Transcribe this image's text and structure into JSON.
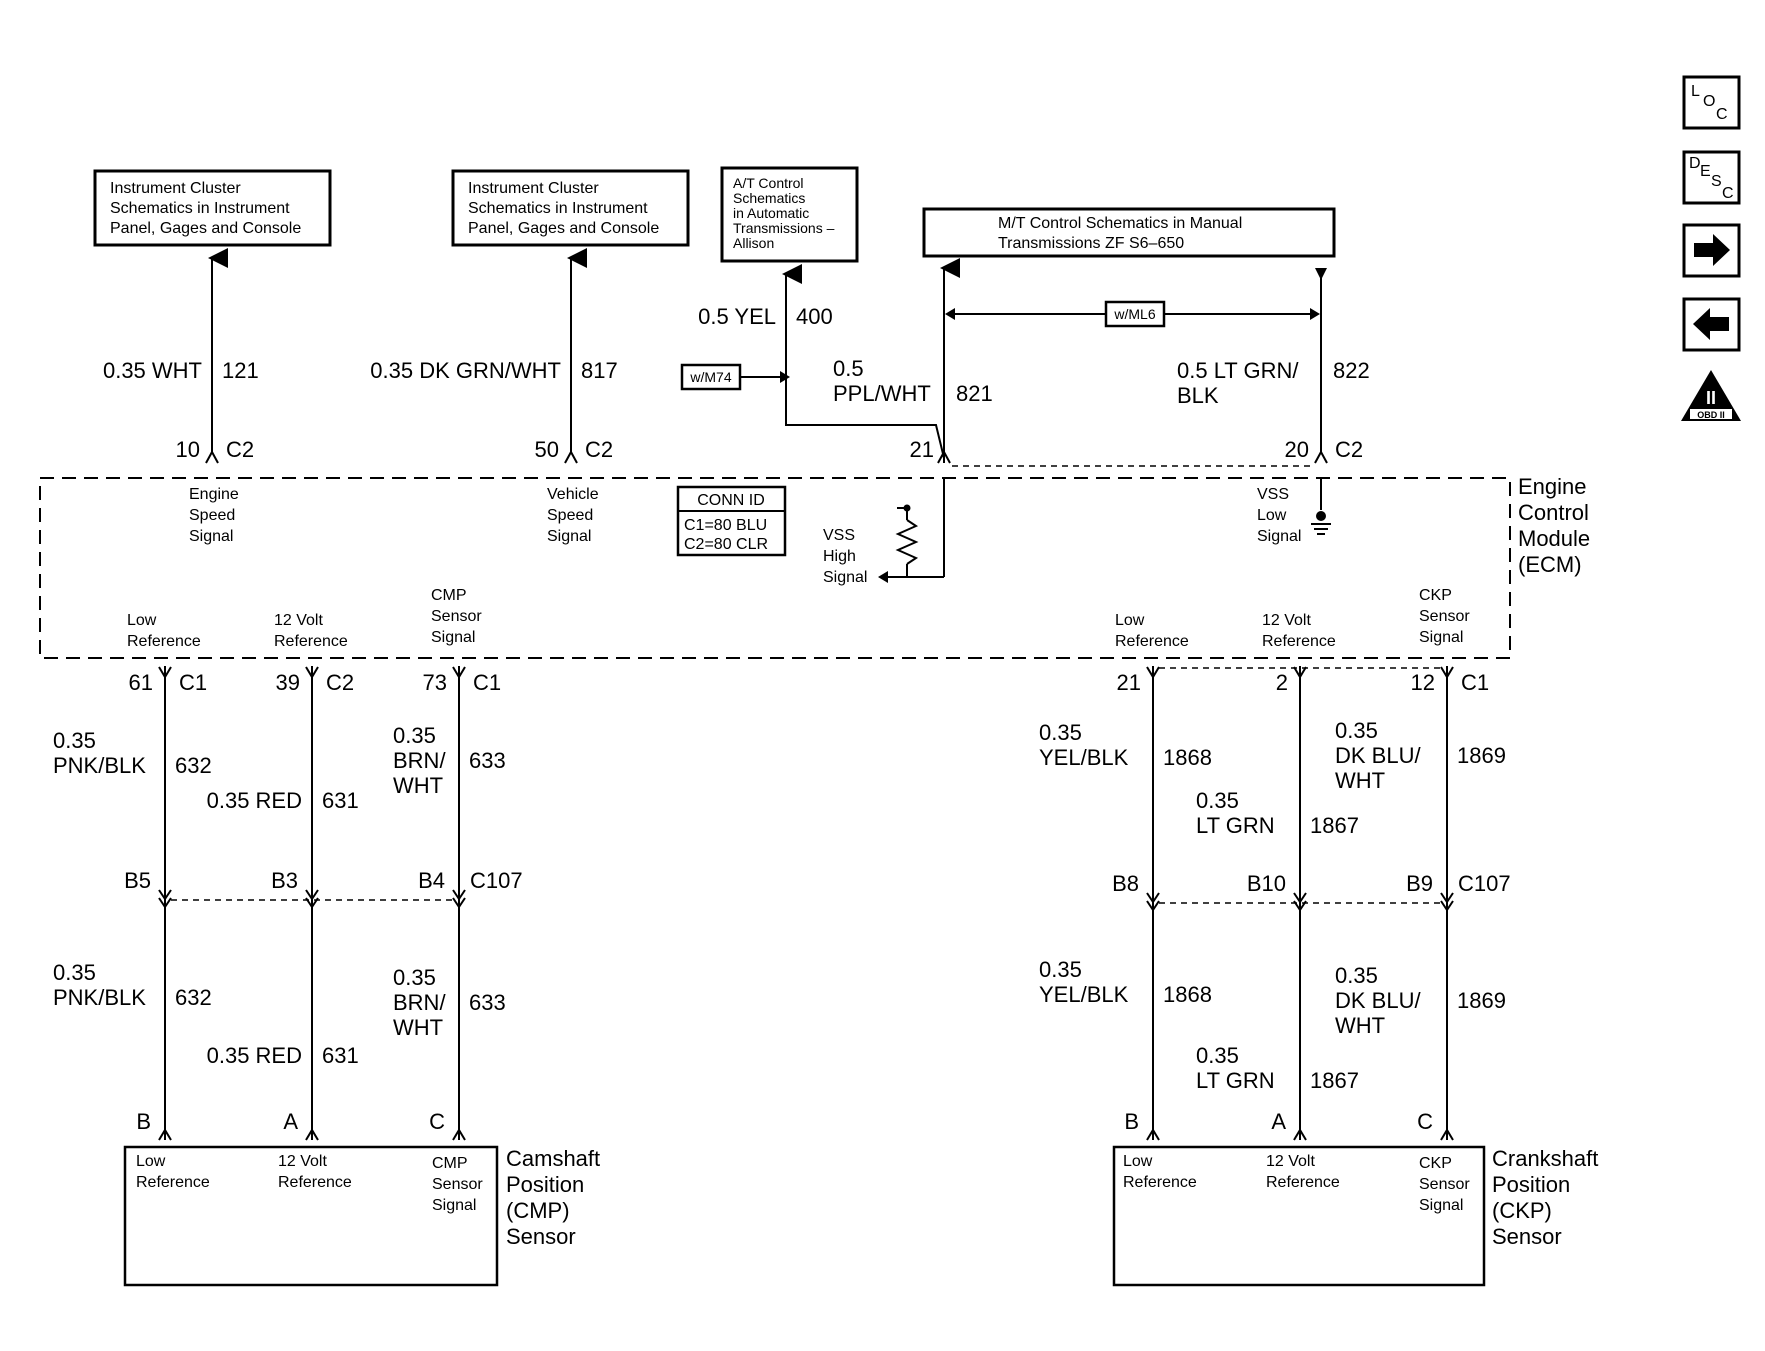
{
  "refs": {
    "ic_left": [
      "Instrument Cluster",
      "Schematics in Instrument",
      "Panel, Gages and Console"
    ],
    "ic_mid": [
      "Instrument Cluster",
      "Schematics in Instrument",
      "Panel, Gages and Console"
    ],
    "at": [
      "A/T Control",
      "Schematics",
      "in Automatic",
      "Transmissions –",
      "Allison"
    ],
    "mt": [
      "M/T Control Schematics in Manual",
      "Transmissions ZF S6–650"
    ]
  },
  "options": {
    "m74": "w/M74",
    "ml6": "w/ML6"
  },
  "wires_top": {
    "w121": {
      "color": "0.35 WHT",
      "circuit": "121",
      "pin": "10",
      "conn": "C2"
    },
    "w817": {
      "color": "0.35 DK GRN/WHT",
      "circuit": "817",
      "pin": "50",
      "conn": "C2"
    },
    "w400": {
      "color": "0.5 YEL",
      "circuit": "400"
    },
    "w821": {
      "color1": "0.5",
      "color2": "PPL/WHT",
      "circuit": "821",
      "pin": "21"
    },
    "w822": {
      "color1": "0.5 LT GRN/",
      "color2": "BLK",
      "circuit": "822",
      "pin": "20",
      "conn": "C2"
    }
  },
  "ecm": {
    "name": [
      "Engine",
      "Control",
      "Module",
      "(ECM)"
    ],
    "conn_id": {
      "title": "CONN ID",
      "c1": "C1=80 BLU",
      "c2": "C2=80 CLR"
    },
    "engine_speed": [
      "Engine",
      "Speed",
      "Signal"
    ],
    "vehicle_speed": [
      "Vehicle",
      "Speed",
      "Signal"
    ],
    "vss_high": [
      "VSS",
      "High",
      "Signal"
    ],
    "vss_low": [
      "VSS",
      "Low",
      "Signal"
    ],
    "low_ref": [
      "Low",
      "Reference"
    ],
    "v12_ref": [
      "12 Volt",
      "Reference"
    ],
    "cmp_sig": [
      "CMP",
      "Sensor",
      "Signal"
    ],
    "ckp_sig": [
      "CKP",
      "Sensor",
      "Signal"
    ]
  },
  "cmp_circuits": {
    "w632": {
      "pin": "61",
      "conn": "C1",
      "c1": "0.35",
      "c2": "PNK/BLK",
      "circuit": "632",
      "inline": "B5",
      "term": "B"
    },
    "w631": {
      "pin": "39",
      "conn": "C2",
      "color": "0.35 RED",
      "circuit": "631",
      "inline": "B3",
      "term": "A"
    },
    "w633": {
      "pin": "73",
      "conn": "C1",
      "c1": "0.35",
      "c2": "BRN/",
      "c3": "WHT",
      "circuit": "633",
      "inline": "B4",
      "term": "C"
    },
    "inline_conn": "C107"
  },
  "ckp_circuits": {
    "w1868": {
      "pin": "21",
      "c1": "0.35",
      "c2": "YEL/BLK",
      "circuit": "1868",
      "inline": "B8",
      "term": "B"
    },
    "w1867": {
      "pin": "2",
      "c1": "0.35",
      "c2": "LT GRN",
      "circuit": "1867",
      "inline": "B10",
      "term": "A"
    },
    "w1869": {
      "pin": "12",
      "conn": "C1",
      "c1": "0.35",
      "c2": "DK BLU/",
      "c3": "WHT",
      "circuit": "1869",
      "inline": "B9",
      "term": "C"
    },
    "inline_conn": "C107"
  },
  "cmp_sensor": {
    "name": [
      "Camshaft",
      "Position",
      "(CMP)",
      "Sensor"
    ],
    "low_ref": [
      "Low",
      "Reference"
    ],
    "v12_ref": [
      "12 Volt",
      "Reference"
    ],
    "sig": [
      "CMP",
      "Sensor",
      "Signal"
    ]
  },
  "ckp_sensor": {
    "name": [
      "Crankshaft",
      "Position",
      "(CKP)",
      "Sensor"
    ],
    "low_ref": [
      "Low",
      "Reference"
    ],
    "v12_ref": [
      "12 Volt",
      "Reference"
    ],
    "sig": [
      "CKP",
      "Sensor",
      "Signal"
    ]
  },
  "nav": {
    "loc": [
      "L",
      "O",
      "C"
    ],
    "desc": [
      "D",
      "E",
      "S",
      "C"
    ],
    "next_icon": "arrow-right-icon",
    "prev_icon": "arrow-left-icon",
    "obd_label": "OBD II",
    "obd_mark": "II"
  }
}
